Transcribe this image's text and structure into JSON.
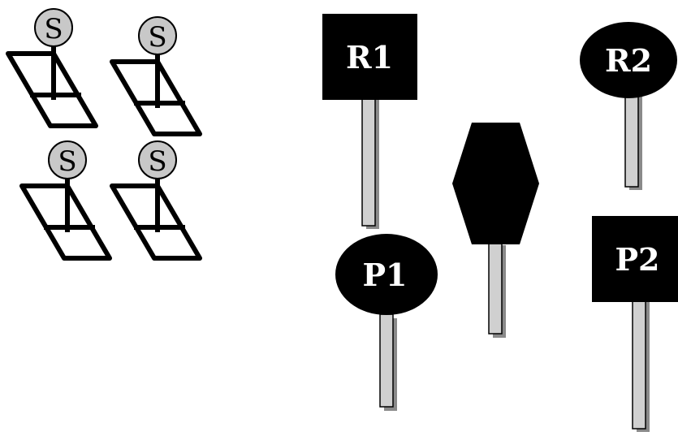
{
  "sensor_marker": {
    "label": "S",
    "fill_color": "#c8c8c8",
    "icon": "sensor-stand-icon",
    "count": 4
  },
  "signs": [
    {
      "id": "r1",
      "label": "R1",
      "shape": "rectangle",
      "icon": "square-sign-icon"
    },
    {
      "id": "r2",
      "label": "R2",
      "shape": "ellipse",
      "icon": "round-sign-icon"
    },
    {
      "id": "p1",
      "label": "P1",
      "shape": "ellipse",
      "icon": "round-sign-icon"
    },
    {
      "id": "p2",
      "label": "P2",
      "shape": "rectangle",
      "icon": "square-sign-icon"
    },
    {
      "id": "hex",
      "label": "",
      "shape": "hexagon",
      "icon": "hexagon-sign-icon"
    }
  ],
  "colors": {
    "sign": "#000000",
    "pole_fill": "#d0d0d0",
    "pole_shadow": "#8a8a8a"
  }
}
